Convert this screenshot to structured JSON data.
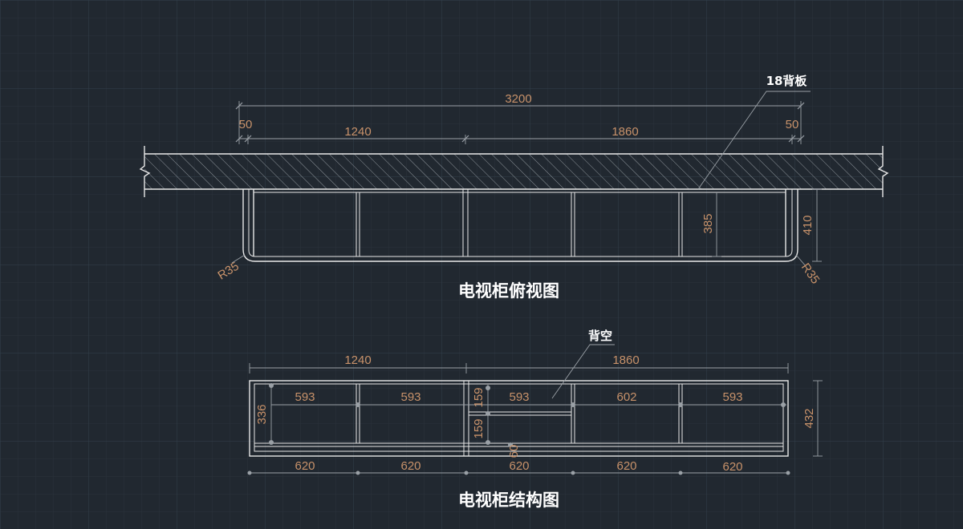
{
  "colors": {
    "background": "#212830",
    "grid_minor": "#2a323b",
    "grid_major": "#33404b",
    "line": "#e9e9e9",
    "dimension_text": "#c8926a",
    "label_text": "#ffffff"
  },
  "top_view": {
    "title": "电视柜俯视图",
    "callout": "18背板",
    "dims": {
      "overall": "3200",
      "left_gap": "50",
      "right_gap": "50",
      "left_section": "1240",
      "right_section": "1860",
      "inner_depth": "385",
      "total_depth": "410",
      "radius_left": "R35",
      "radius_right": "R35"
    }
  },
  "structure_view": {
    "title": "电视柜结构图",
    "callout": "背空",
    "dims": {
      "top_left": "1240",
      "top_right": "1860",
      "bays": [
        "593",
        "593",
        "593",
        "602",
        "593"
      ],
      "bottom": [
        "620",
        "620",
        "620",
        "620",
        "620"
      ],
      "inner_height": "336",
      "drawer_top": "159",
      "drawer_bottom": "159",
      "plinth": "60",
      "total_height": "432"
    }
  }
}
